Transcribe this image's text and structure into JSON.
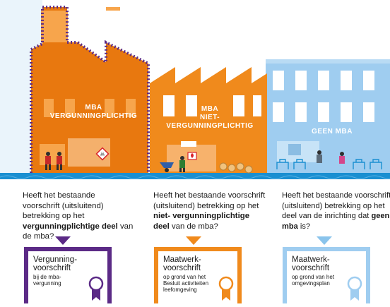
{
  "colors": {
    "purple": "#5b2a86",
    "orange": "#e8780f",
    "light_orange": "#f3a24b",
    "light_blue": "#9fcdf0",
    "water": "#1a8fd1",
    "background": "#ffffff"
  },
  "buildings": {
    "mba_vergunningplichtig": {
      "line1": "MBA",
      "line2": "VERGUNNINGPLICHTIG"
    },
    "mba_niet_vergunningplichtig": {
      "line1": "MBA",
      "line2": "NIET-VERGUNNINGPLICHTIG"
    },
    "geen_mba": {
      "line1": "GEEN MBA"
    }
  },
  "questions": {
    "q1": {
      "part1": "Heeft het bestaande voorschrift (uitsluitend) betrekking op het ",
      "bold": "vergunningplichtige deel",
      "part2": " van de mba?"
    },
    "q2": {
      "part1": "Heeft het bestaande voorschrift (uitsluitend) betrekking op het ",
      "bold": "niet- vergunningplichtige deel",
      "part2": " van de mba?"
    },
    "q3": {
      "part1": "Heeft het bestaande voorschrift (uitsluitend) betrekking op het deel van de inrichting dat ",
      "bold": "geen mba",
      "part2": " is?"
    }
  },
  "documents": {
    "doc1": {
      "title": "Vergunning-\nvoorschrift",
      "subtitle": "bij de mba-\nvergunning"
    },
    "doc2": {
      "title": "Maatwerk-\nvoorschrift",
      "subtitle": "op grond van het\nBesluit activiteiten\nleefomgeving"
    },
    "doc3": {
      "title": "Maatwerk-\nvoorschrift",
      "subtitle": "op grond van het\nomgevingsplan"
    }
  },
  "icons": [
    "factory-building",
    "warehouse-building",
    "office-building",
    "hazard-icon",
    "fire-icon",
    "wheelbarrow-icon",
    "seal-icon",
    "bench-icon"
  ]
}
